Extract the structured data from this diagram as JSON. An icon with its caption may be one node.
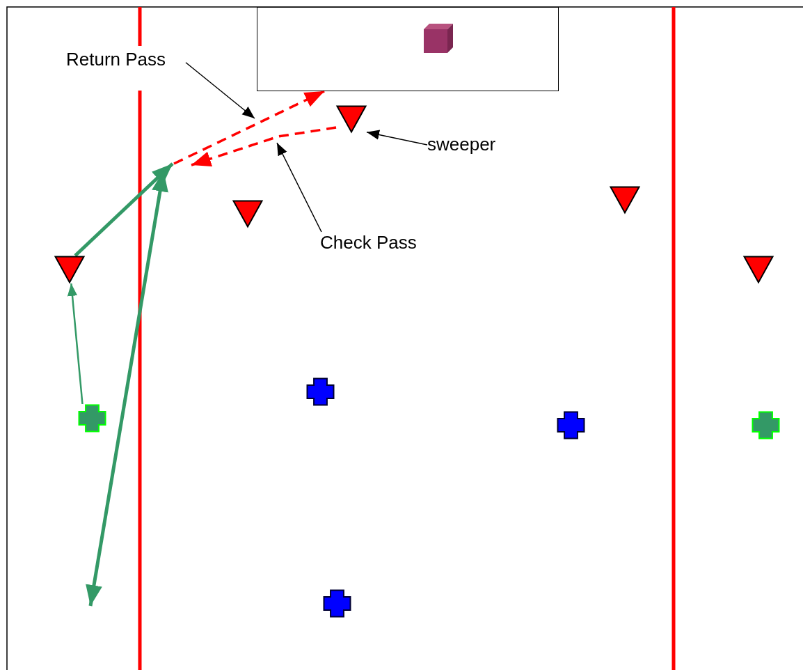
{
  "diagram": {
    "nodes": [
      {
        "text": [
          "Return Pass"
        ]
      },
      {
        "text": [],
        "shape": "box"
      },
      {
        "text": [],
        "shape": "cube",
        "in": 1
      },
      {
        "text": [],
        "shape": "triangle"
      },
      {
        "text": [
          "sweeper"
        ]
      },
      {
        "text": [],
        "shape": "triangle"
      },
      {
        "text": [],
        "shape": "triangle"
      },
      {
        "text": [
          "Check Pass"
        ]
      },
      {
        "text": [],
        "shape": "triangle"
      },
      {
        "text": [],
        "shape": "triangle"
      },
      {
        "text": [],
        "shape": "cross"
      },
      {
        "text": [],
        "shape": "cross"
      },
      {
        "text": [],
        "shape": "cross"
      },
      {
        "text": [],
        "shape": "cross"
      },
      {
        "text": [],
        "shape": "cross"
      }
    ],
    "edges": [
      {
        "from": 0,
        "to": null,
        "arrow": "to"
      },
      {
        "from": 4,
        "to": 3,
        "arrow": "to"
      },
      {
        "from": 7,
        "to": null,
        "arrow": "to"
      },
      {
        "from": 3,
        "to": null,
        "arrow": "to",
        "style": "dashed",
        "color": "#ff0000"
      },
      {
        "from": null,
        "to": 1,
        "arrow": "to",
        "style": "dashed",
        "color": "#ff0000"
      },
      {
        "from": 8,
        "to": null,
        "arrow": "to",
        "style": "thick",
        "color": "#339966"
      },
      {
        "from": 11,
        "to": 8,
        "arrow": "to",
        "color": "#339966"
      }
    ]
  }
}
